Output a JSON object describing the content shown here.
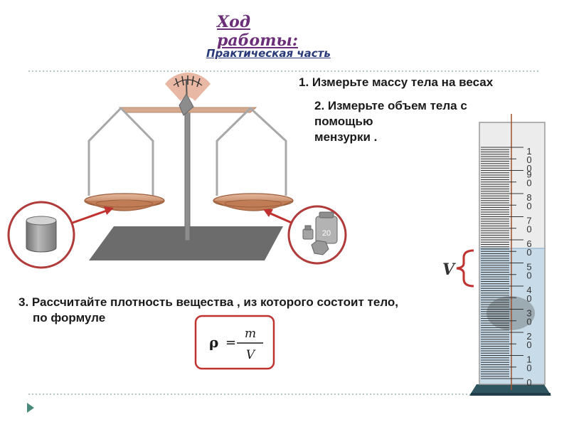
{
  "title": "Ход работы:",
  "subtitle": "Практическая часть",
  "steps": {
    "step1": "1. Измерьте массу тела на весах",
    "step2_line1": "2. Измерьте объем тела с помощью",
    "step2_line2": "мензурки .",
    "step3_line1": "3. Рассчитайте плотность вещества , из которого состоит тело,",
    "step3_line2": "по формуле"
  },
  "weight_label": "20",
  "formula": {
    "rho": "ρ",
    "equals": "=",
    "numerator": "m",
    "denominator": "V"
  },
  "volume_label": "V",
  "scale_labels": [
    "100",
    "90",
    "80",
    "70",
    "60",
    "50",
    "40",
    "30",
    "20",
    "10",
    "0"
  ],
  "colors": {
    "accent_red": "#c0322f",
    "title_purple": "#6b2e78",
    "subtitle_blue": "#2a3a78",
    "pan_brown": "#c98c68",
    "water_blue": "#c8dbe8"
  },
  "icons": {
    "nav": "play-triangle-icon"
  }
}
